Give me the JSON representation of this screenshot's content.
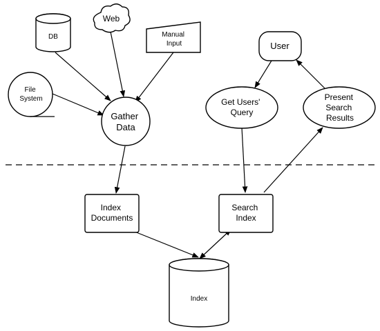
{
  "nodes": {
    "db": "DB",
    "web": "Web",
    "manual_input": [
      "Manual",
      "Input"
    ],
    "file_system": [
      "File",
      "System"
    ],
    "gather_data": [
      "Gather",
      "Data"
    ],
    "user": "User",
    "get_users_query": [
      "Get Users'",
      "Query"
    ],
    "present_search_results": [
      "Present",
      "Search",
      "Results"
    ],
    "index_documents": [
      "Index",
      "Documents"
    ],
    "search_index": [
      "Search",
      "Index"
    ],
    "index": "Index"
  },
  "edges": [
    {
      "from": "DB",
      "to": "Gather Data"
    },
    {
      "from": "Web",
      "to": "Gather Data"
    },
    {
      "from": "Manual Input",
      "to": "Gather Data"
    },
    {
      "from": "File System",
      "to": "Gather Data"
    },
    {
      "from": "Gather Data",
      "to": "Index Documents"
    },
    {
      "from": "Index Documents",
      "to": "Index"
    },
    {
      "from": "Index",
      "to": "Search Index",
      "bidirectional": true
    },
    {
      "from": "User",
      "to": "Get Users' Query"
    },
    {
      "from": "Get Users' Query",
      "to": "Search Index"
    },
    {
      "from": "Search Index",
      "to": "Present Search Results"
    },
    {
      "from": "Present Search Results",
      "to": "User"
    }
  ]
}
